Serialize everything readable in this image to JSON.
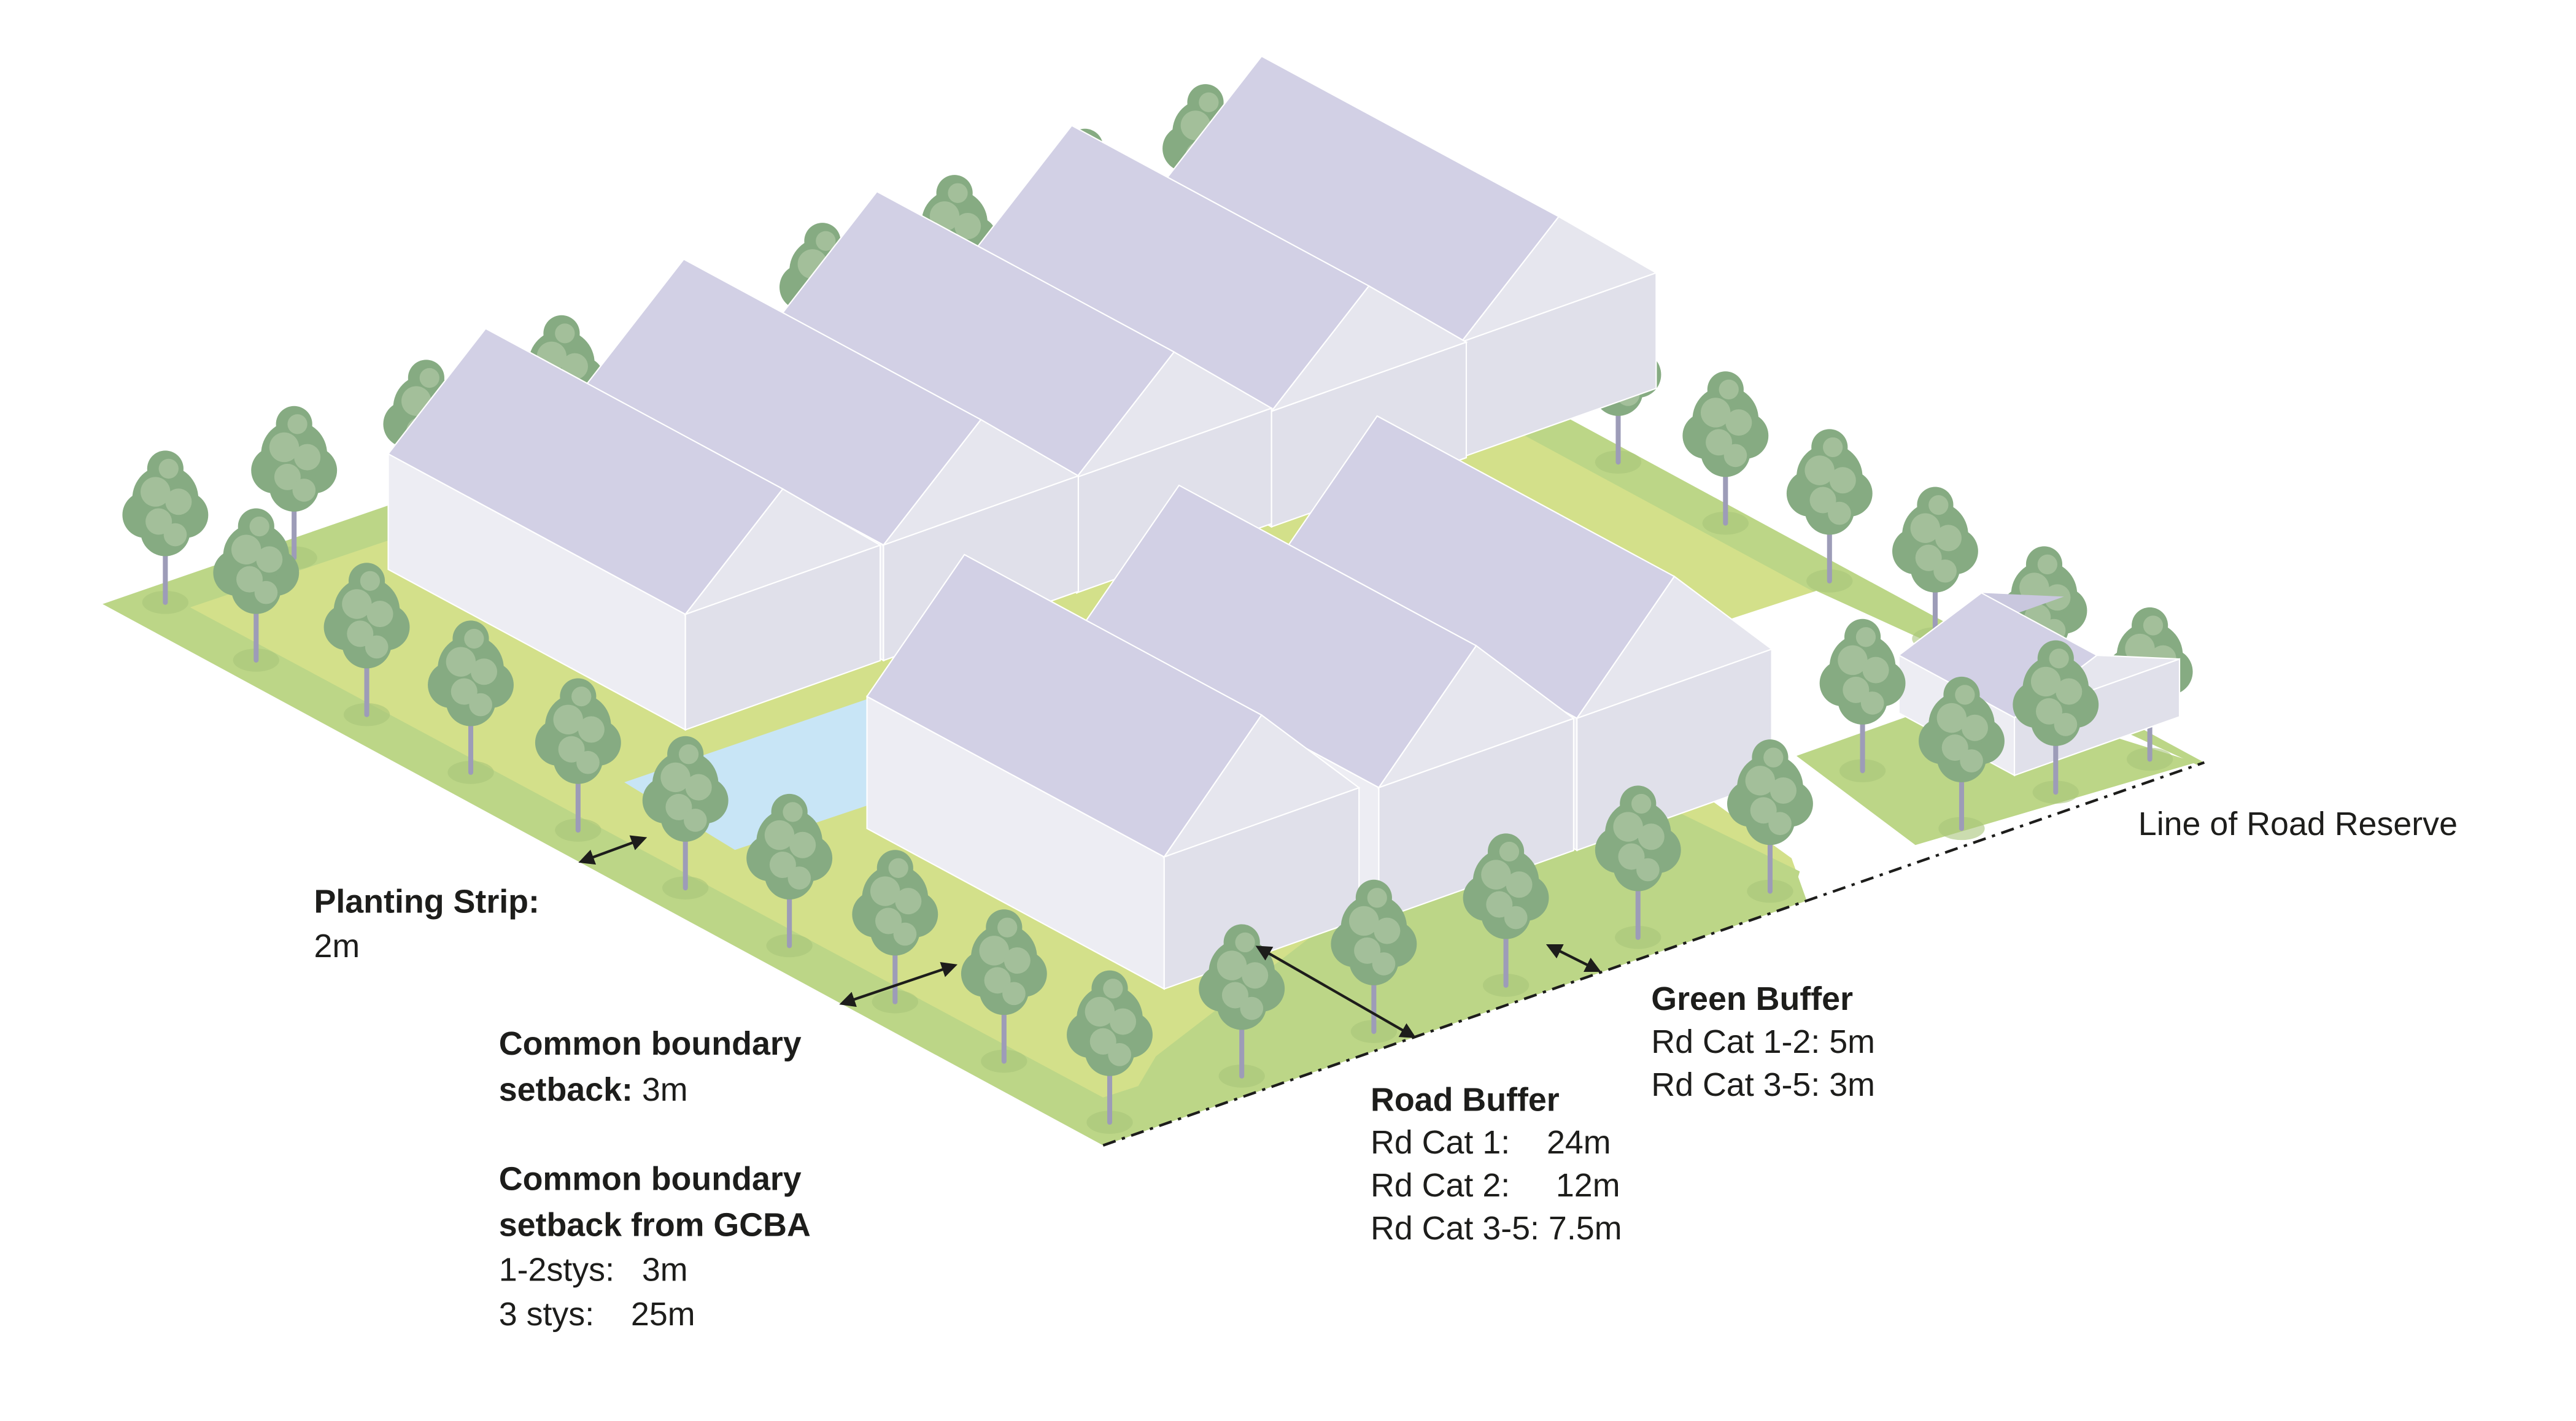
{
  "labels": {
    "planting_strip": {
      "title": "Planting Strip:",
      "value": "2m"
    },
    "common_boundary": {
      "line1": "Common boundary",
      "line2_bold": "setback:",
      "line2_value": " 3m"
    },
    "common_boundary_gcba": {
      "line1": "Common boundary",
      "line2": "setback from GCBA",
      "rows": [
        "1-2stys:   3m",
        "3 stys:    25m"
      ]
    },
    "road_buffer": {
      "title": "Road Buffer",
      "rows": [
        "Rd Cat 1:    24m",
        "Rd Cat 2:     12m",
        "Rd Cat 3-5: 7.5m"
      ]
    },
    "green_buffer": {
      "title": "Green Buffer",
      "rows": [
        "Rd Cat 1-2: 5m",
        "Rd Cat 3-5: 3m"
      ]
    },
    "road_reserve": "Line of Road Reserve"
  },
  "colors": {
    "strip": "#bcd687",
    "lawn": "#d3e08a",
    "water": "#c8e5f6",
    "wall_light": "#ededf3",
    "wall_dark": "#e0e0ea",
    "roof": "#d2d0e5",
    "tree": "#86ab82",
    "tree_light": "#a3bf9a",
    "trunk": "#9d9cb8"
  }
}
